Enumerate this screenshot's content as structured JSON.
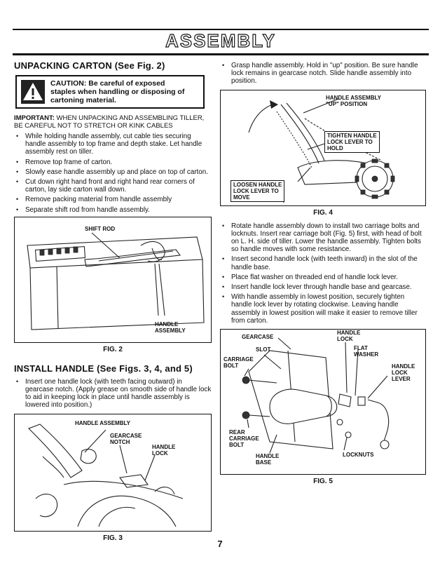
{
  "page": {
    "title": "ASSEMBLY",
    "number": "7"
  },
  "left": {
    "section1_title": "UNPACKING CARTON (See Fig. 2)",
    "caution_line1": "CAUTION:   Be careful of exposed",
    "caution_line2": "staples when handling or disposing of",
    "caution_line3": "cartoning material.",
    "important_label": "IMPORTANT:",
    "important_text": " WHEN UNPACKING AND ASSEMBLING TILLER, BE CAREFUL NOT TO STRETCH OR KINK CABLES",
    "bullets1": [
      "While holding handle assembly, cut cable ties securing handle assembly to top frame and depth stake.  Let handle assembly rest on tiller.",
      "Remove top frame of carton.",
      "Slowly ease handle assembly up and place on top of carton.",
      "Cut down right hand front and right hand rear corners of carton, lay side carton wall down.",
      "Remove packing material from handle assembly",
      "Separate shift rod from handle assembly."
    ],
    "fig2": {
      "caption": "FIG. 2",
      "shift_rod": "SHIFT ROD",
      "handle_assembly_1": "HANDLE",
      "handle_assembly_2": "ASSEMBLY"
    },
    "section2_title": "INSTALL HANDLE (See Figs. 3, 4, and 5)",
    "bullets2": [
      "Insert one handle lock (with teeth facing outward) in gearcase notch.  (Apply grease on smooth side of handle lock to aid in keeping lock in place until handle assembly is lowered into position.)"
    ],
    "fig3": {
      "caption": "FIG. 3",
      "handle_assembly": "HANDLE ASSEMBLY",
      "gearcase_1": "GEARCASE",
      "gearcase_2": "NOTCH",
      "handle_lock_1": "HANDLE",
      "handle_lock_2": "LOCK"
    }
  },
  "right": {
    "bullets1": [
      "Grasp handle assembly.  Hold in \"up\" position.  Be sure handle lock remains in gearcase notch.  Slide handle assembly into position."
    ],
    "fig4": {
      "caption": "FIG. 4",
      "up_1": "HANDLE ASSEMBLY",
      "up_2": "\"UP\" POSITION",
      "tighten_1": "TIGHTEN HANDLE",
      "tighten_2": "LOCK LEVER TO",
      "tighten_3": "HOLD",
      "loosen_1": "LOOSEN HANDLE",
      "loosen_2": "LOCK LEVER TO",
      "loosen_3": "MOVE"
    },
    "bullets2": [
      "Rotate handle assembly down to install two carriage bolts and locknuts.  Insert rear carriage bolt (Fig. 5) first, with head of bolt on L. H. side of tiller.  Lower the handle assembly.  Tighten bolts so handle moves with some resistance.",
      "Insert second handle lock (with teeth inward) in the slot of the handle base.",
      "Place flat washer on threaded end of handle lock lever.",
      "Insert handle lock lever through handle base and gearcase.",
      "With handle assembly in lowest position, securely tighten handle lock lever by rotating clockwise.  Leaving handle assembly in lowest position will make it easier to remove tiller from carton."
    ],
    "fig5": {
      "caption": "FIG. 5",
      "gearcase": "GEARCASE",
      "handle_lock_1": "HANDLE",
      "handle_lock_2": "LOCK",
      "slot": "SLOT",
      "flat_washer_1": "FLAT",
      "flat_washer_2": "WASHER",
      "carriage_bolt_1": "CARRIAGE",
      "carriage_bolt_2": "BOLT",
      "lever_1": "HANDLE",
      "lever_2": "LOCK",
      "lever_3": "LEVER",
      "rear_1": "REAR",
      "rear_2": "CARRIAGE",
      "rear_3": "BOLT",
      "locknuts": "LOCKNUTS",
      "base_1": "HANDLE",
      "base_2": "BASE"
    }
  }
}
